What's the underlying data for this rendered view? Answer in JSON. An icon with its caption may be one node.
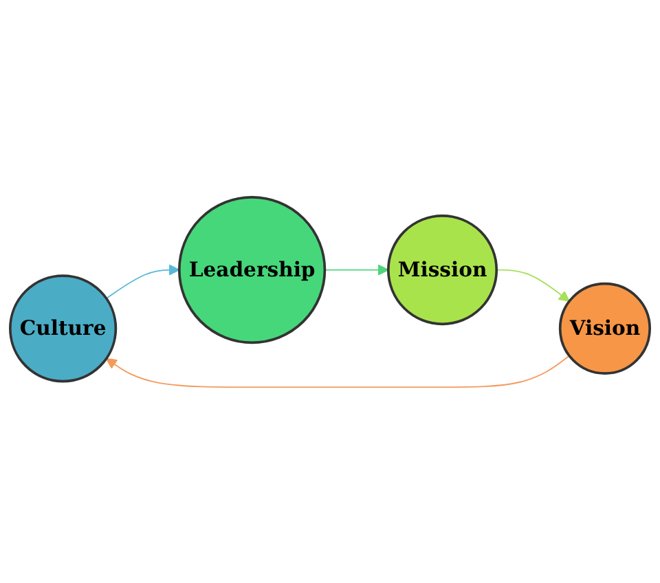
{
  "diagram": {
    "nodes": [
      {
        "text": [
          "Culture"
        ]
      },
      {
        "text": [
          "Leadership"
        ]
      },
      {
        "text": [
          "Mission"
        ]
      },
      {
        "text": [
          "Vision"
        ]
      }
    ],
    "edges": [
      {
        "from": 0,
        "to": 1,
        "arrow": "to",
        "color": "#5ab8d8"
      },
      {
        "from": 1,
        "to": 2,
        "arrow": "to",
        "color": "#4fd67c"
      },
      {
        "from": 2,
        "to": 3,
        "arrow": "to",
        "color": "#a6e05a"
      },
      {
        "from": 3,
        "to": 0,
        "arrow": "to",
        "color": "#f59a5c"
      }
    ]
  }
}
